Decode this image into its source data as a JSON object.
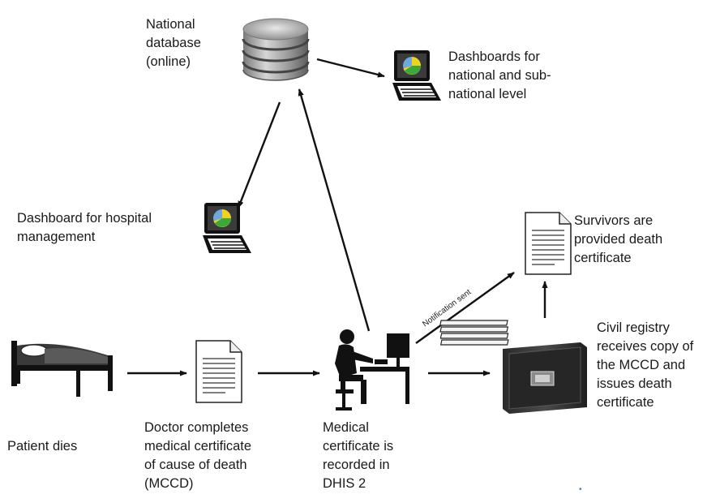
{
  "labels": {
    "national_db": [
      "National",
      "database",
      "(online)"
    ],
    "dash_national": [
      "Dashboards for",
      "national and sub-",
      "national level"
    ],
    "dash_hospital": [
      "Dashboard for hospital",
      "management"
    ],
    "survivors": [
      "Survivors are",
      "provided death",
      "certificate"
    ],
    "civil_registry": [
      "Civil registry",
      "receives copy of",
      "the MCCD and",
      "issues death",
      "certificate"
    ],
    "patient": [
      "Patient dies"
    ],
    "doctor": [
      "Doctor completes",
      "medical certificate",
      "of cause of death",
      "(MCCD)"
    ],
    "medical": [
      "Medical",
      "certificate is",
      "recorded in",
      "DHIS 2"
    ],
    "notification": "Notification sent"
  },
  "icons": {
    "database": "database-icon",
    "laptop_national": "laptop-chart-icon",
    "laptop_hospital": "laptop-chart-icon",
    "document_mccd": "document-icon",
    "document_survivors": "document-icon",
    "bed": "bed-icon",
    "worker": "person-at-computer-icon",
    "registry": "file-cabinet-icon"
  },
  "colors": {
    "line": "#111111",
    "laptop_screen": "#3b3b3b",
    "pie_yellow": "#f2d21b",
    "pie_green": "#39a93c",
    "pie_blue": "#6fa8dc"
  }
}
